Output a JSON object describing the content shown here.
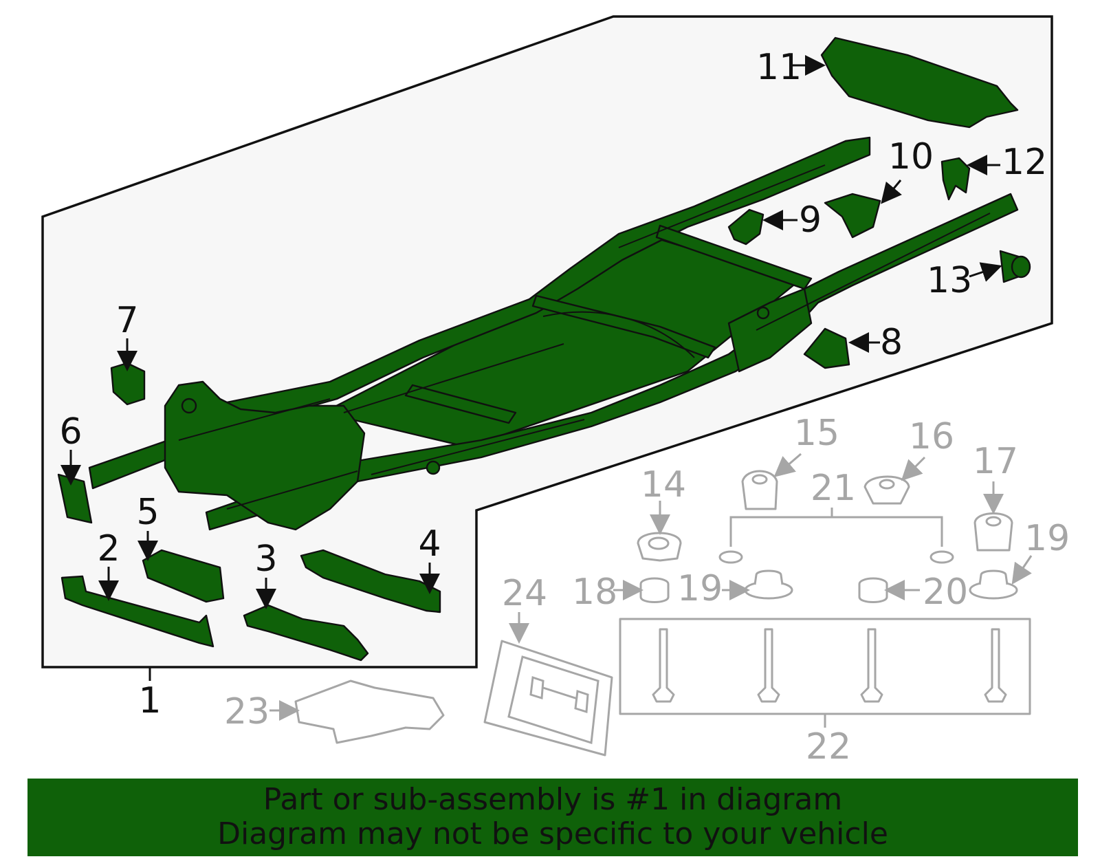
{
  "diagram": {
    "callouts": [
      {
        "id": "1",
        "text": "1"
      },
      {
        "id": "2",
        "text": "2"
      },
      {
        "id": "3",
        "text": "3"
      },
      {
        "id": "4",
        "text": "4"
      },
      {
        "id": "5",
        "text": "5"
      },
      {
        "id": "6",
        "text": "6"
      },
      {
        "id": "7",
        "text": "7"
      },
      {
        "id": "8",
        "text": "8"
      },
      {
        "id": "9",
        "text": "9"
      },
      {
        "id": "10",
        "text": "10"
      },
      {
        "id": "11",
        "text": "11"
      },
      {
        "id": "12",
        "text": "12"
      },
      {
        "id": "13",
        "text": "13"
      },
      {
        "id": "14",
        "text": "14"
      },
      {
        "id": "15",
        "text": "15"
      },
      {
        "id": "16",
        "text": "16"
      },
      {
        "id": "17",
        "text": "17"
      },
      {
        "id": "18",
        "text": "18"
      },
      {
        "id": "19",
        "text": "19"
      },
      {
        "id": "19b",
        "text": "19"
      },
      {
        "id": "20",
        "text": "20"
      },
      {
        "id": "21",
        "text": "21"
      },
      {
        "id": "22",
        "text": "22"
      },
      {
        "id": "23",
        "text": "23"
      },
      {
        "id": "24",
        "text": "24"
      }
    ],
    "highlight_color": "#0f6109",
    "line_color": "#111111",
    "ghost_color": "#a6a6a6",
    "panel_color": "#f7f7f7"
  },
  "banner": {
    "line1": "Part or sub-assembly is #1 in diagram",
    "line2": "Diagram may not be specific to your vehicle"
  }
}
